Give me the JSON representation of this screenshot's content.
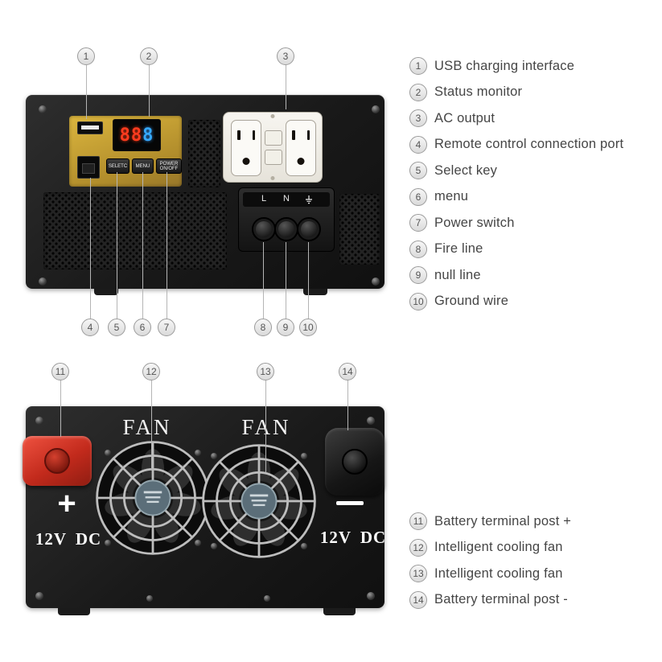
{
  "colors": {
    "panel_yellow": "#c9a22f",
    "device_black": "#1d1d1d",
    "terminal_red": "#c22a1c",
    "led_red": "#ff3b1e",
    "led_blue": "#35a8ff",
    "callout_gray": "#9b9b9b"
  },
  "front_panel": {
    "display_digits_red": "88",
    "display_digits_blue": "8",
    "select_button_label": "SELETC",
    "menu_button_label": "MENU",
    "power_button_line1": "POWER",
    "power_button_line2": "ON/OFF",
    "terminal_live_label": "L",
    "terminal_neutral_label": "N"
  },
  "back_panel": {
    "fan_left_label": "FAN",
    "fan_right_label": "FAN",
    "positive_label": "+",
    "negative_label": "-",
    "voltage_left": "12V DC",
    "voltage_right": "12V DC"
  },
  "legend_top": [
    {
      "num": "1",
      "label": "USB charging interface"
    },
    {
      "num": "2",
      "label": "Status monitor"
    },
    {
      "num": "3",
      "label": "AC output"
    },
    {
      "num": "4",
      "label": "Remote control connection port"
    },
    {
      "num": "5",
      "label": "Select key"
    },
    {
      "num": "6",
      "label": "menu"
    },
    {
      "num": "7",
      "label": "Power switch"
    },
    {
      "num": "8",
      "label": "Fire line"
    },
    {
      "num": "9",
      "label": "null line"
    },
    {
      "num": "10",
      "label": "Ground wire"
    }
  ],
  "legend_bottom": [
    {
      "num": "11",
      "label": "Battery terminal post +"
    },
    {
      "num": "12",
      "label": "Intelligent cooling fan"
    },
    {
      "num": "13",
      "label": "Intelligent cooling fan"
    },
    {
      "num": "14",
      "label": "Battery terminal post -"
    }
  ],
  "icons": {
    "ground_symbol": "earth-ground",
    "usb_port": "usb-port",
    "status_display": "led-display",
    "ac_outlet": "gfci-duplex-outlet",
    "remote_port": "rj45-port",
    "cooling_fan": "cooling-fan",
    "battery_terminal_positive": "battery-terminal-red",
    "battery_terminal_negative": "battery-terminal-black"
  }
}
